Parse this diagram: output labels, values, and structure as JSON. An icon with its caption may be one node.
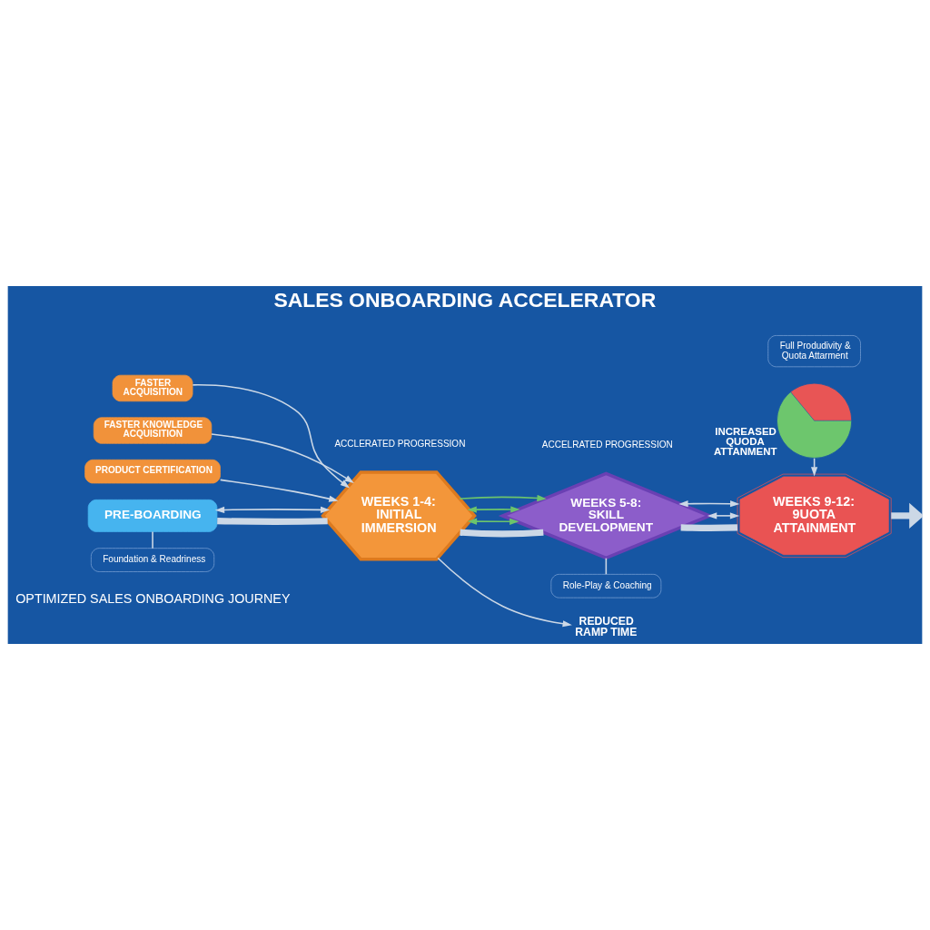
{
  "diagram": {
    "title": "SALES ONBOARDING ACCELERATOR",
    "nodes": [
      {
        "text": [
          "PRE-BOARDING"
        ]
      },
      {
        "text": [
          "Foundation & Readriness"
        ]
      },
      {
        "text": [
          "FASTER ACQUISITION"
        ]
      },
      {
        "text": [
          "FASTER KNOWLEDGE ACQUISITION"
        ]
      },
      {
        "text": [
          "PRODUCT CERTIFICATION"
        ]
      },
      {
        "text": [
          "WEEKS 1-4: INITIAL IMMERSION"
        ]
      },
      {
        "text": [
          "REDUCED RAMP TIME"
        ]
      },
      {
        "text": [
          "WEEKS 5-8: SKILL DEVELOPMENT"
        ]
      },
      {
        "text": [
          "Role-Play & Coaching"
        ]
      },
      {
        "text": [
          "WEEKS 9-12: 9UOTA ATTAINMENT"
        ]
      },
      {
        "text": [
          "Full Produdivity & Quota Attarment"
        ]
      },
      {
        "text": [
          "INCREASED QUODA ATTANMENT"
        ]
      }
    ],
    "edges": [
      {
        "from": 0,
        "to": 5,
        "arrow": "none",
        "style": "thick"
      },
      {
        "from": 5,
        "to": 7,
        "arrow": "none",
        "style": "thick"
      },
      {
        "from": 7,
        "to": 9,
        "arrow": "none",
        "style": "thick"
      },
      {
        "from": 9,
        "to": null,
        "arrow": "to",
        "style": "thick"
      },
      {
        "from": 0,
        "to": 1,
        "arrow": "none"
      },
      {
        "from": 0,
        "to": 5,
        "arrow": "both"
      },
      {
        "from": 2,
        "to": 5,
        "arrow": "to"
      },
      {
        "from": 3,
        "to": 5,
        "arrow": "to"
      },
      {
        "from": 4,
        "to": 5,
        "arrow": "to"
      },
      {
        "from": 5,
        "to": 7,
        "arrow": "both",
        "color": "#6cc46c"
      },
      {
        "from": 5,
        "to": 7,
        "arrow": "both",
        "color": "#6cc46c"
      },
      {
        "from": 5,
        "to": 7,
        "arrow": "to",
        "color": "#6cc46c"
      },
      {
        "from": 5,
        "to": 6,
        "arrow": "to"
      },
      {
        "from": 7,
        "to": 8,
        "arrow": "none"
      },
      {
        "from": 7,
        "to": 9,
        "arrow": "both"
      },
      {
        "from": 9,
        "to": 7,
        "arrow": "both"
      },
      {
        "from": 11,
        "to": 9,
        "arrow": "to"
      }
    ],
    "labels": [
      "OPTIMIZED SALES ONBOARDING JOURNEY",
      "ACCELRATED PROGRESSION",
      "ACCLERATED PROGRESSION"
    ]
  }
}
